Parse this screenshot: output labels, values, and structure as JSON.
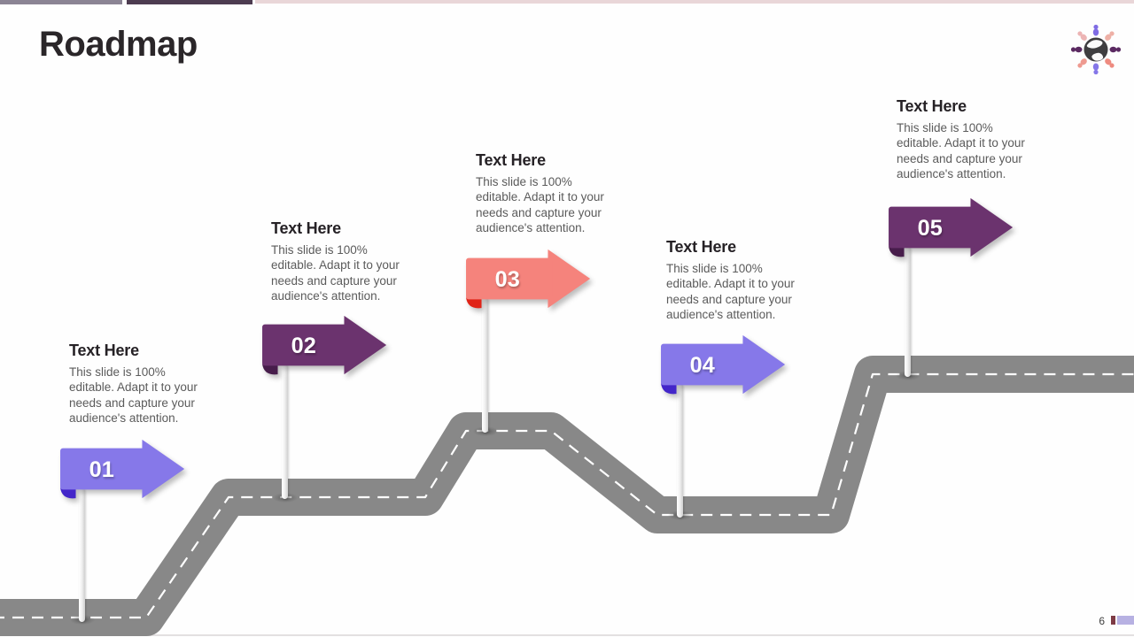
{
  "slide": {
    "title": "Roadmap"
  },
  "top_border": {
    "segment_colors": [
      "#8B8494",
      "#4D3C50",
      "#E9D6D8"
    ]
  },
  "logo": {
    "globe_color": "#3F3E40",
    "continent_color": "#FBFBFB",
    "person_colors": [
      "#7F6CE4",
      "#EEB0A6",
      "#5B2A62",
      "#EE8B80",
      "#8577E8",
      "#EE9A90",
      "#5B2A62",
      "#ECB4B4"
    ]
  },
  "road": {
    "color": "#888888",
    "dash_color": "#FFFFFF"
  },
  "milestones": [
    {
      "number": "01",
      "title": "Text Here",
      "description": "This slide is 100% editable. Adapt it to your needs and capture your audience's attention.",
      "sign_color": "#8678E9",
      "curl_color": "#4326C9"
    },
    {
      "number": "02",
      "title": "Text Here",
      "description": "This slide is 100% editable. Adapt it to your needs and capture your audience's attention.",
      "sign_color": "#6B336E",
      "curl_color": "#471D4B"
    },
    {
      "number": "03",
      "title": "Text Here",
      "description": "This slide is 100% editable. Adapt it to your needs and capture your audience's attention.",
      "sign_color": "#F5837C",
      "curl_color": "#E02317"
    },
    {
      "number": "04",
      "title": "Text Here",
      "description": "This slide is 100% editable. Adapt it to your needs and capture your audience's attention.",
      "sign_color": "#8678E9",
      "curl_color": "#4326C9"
    },
    {
      "number": "05",
      "title": "Text Here",
      "description": "This slide is 100% editable. Adapt it to your needs and capture your audience's attention.",
      "sign_color": "#6B336E",
      "curl_color": "#471D4B"
    }
  ],
  "footer": {
    "page_number": "6",
    "bar_colors": [
      "#7E3B45",
      "#B7B1E2"
    ]
  }
}
